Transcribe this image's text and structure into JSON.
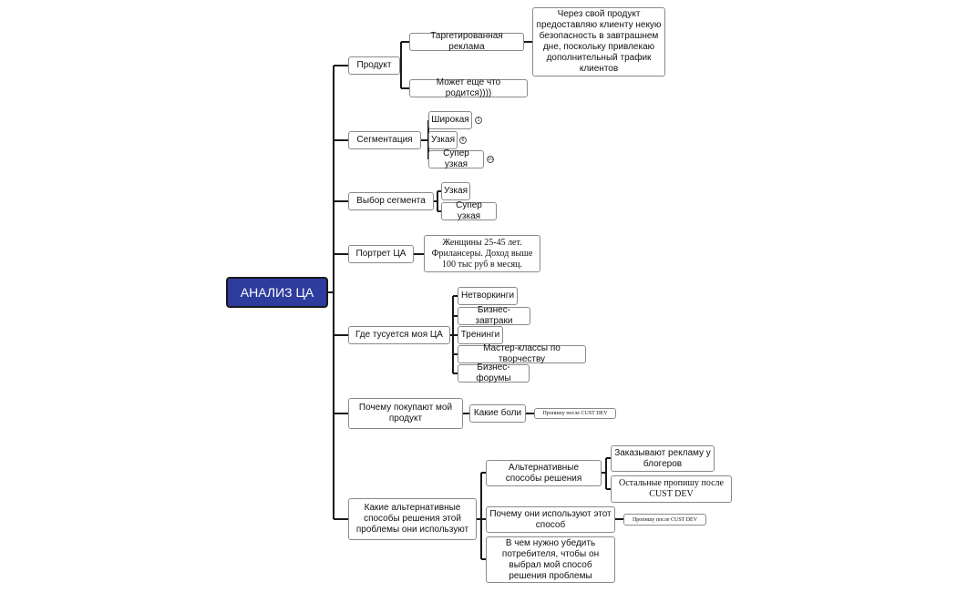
{
  "root": {
    "label": "АНАЛИЗ ЦА"
  },
  "branches": {
    "product": {
      "label": "Продукт",
      "targeting": "Таргетированная реклама",
      "targeting_note": "Через свой продукт предоставляю клиенту некую безопасность в завтрашнем дне, поскольку привлекаю дополнительный трафик клиентов",
      "maybe": "Может еще что родится))))"
    },
    "segmentation": {
      "label": "Сегментация",
      "items": [
        {
          "label": "Широкая",
          "badge": "1"
        },
        {
          "label": "Узкая",
          "badge": "6"
        },
        {
          "label": "Супер узкая",
          "badge": "10"
        }
      ]
    },
    "segment_choice": {
      "label": "Выбор сегмента",
      "items": [
        "Узкая",
        "Супер узкая"
      ]
    },
    "portrait": {
      "label": "Портрет ЦА",
      "detail": "Женщины 25-45 лет. Фрилансеры. Доход выше 100 тыс руб в месяц."
    },
    "hangout": {
      "label": "Где тусуется моя ЦА",
      "items": [
        "Нетворкинги",
        "Бизнес-завтраки",
        "Тренинги",
        "Мастер-классы по творчеству",
        "Бизнес-форумы"
      ]
    },
    "why_buy": {
      "label": "Почему покупают мой продукт",
      "pains": "Какие боли",
      "pains_note": "Пропишу после CUST DEV"
    },
    "alternatives": {
      "label": "Какие альтернативные способы решения этой проблемы они используют",
      "alt_methods": "Альтернативные способы решения",
      "alt_item1": "Заказывают рекламу у блогеров",
      "alt_item2": "Остальные пропишу после CUST DEV",
      "why_use": "Почему они используют этот способ",
      "why_use_note": "Пропишу после CUST DEV",
      "convince": "В чем нужно убедить потребителя, чтобы он выбрал мой способ решения проблемы"
    }
  }
}
